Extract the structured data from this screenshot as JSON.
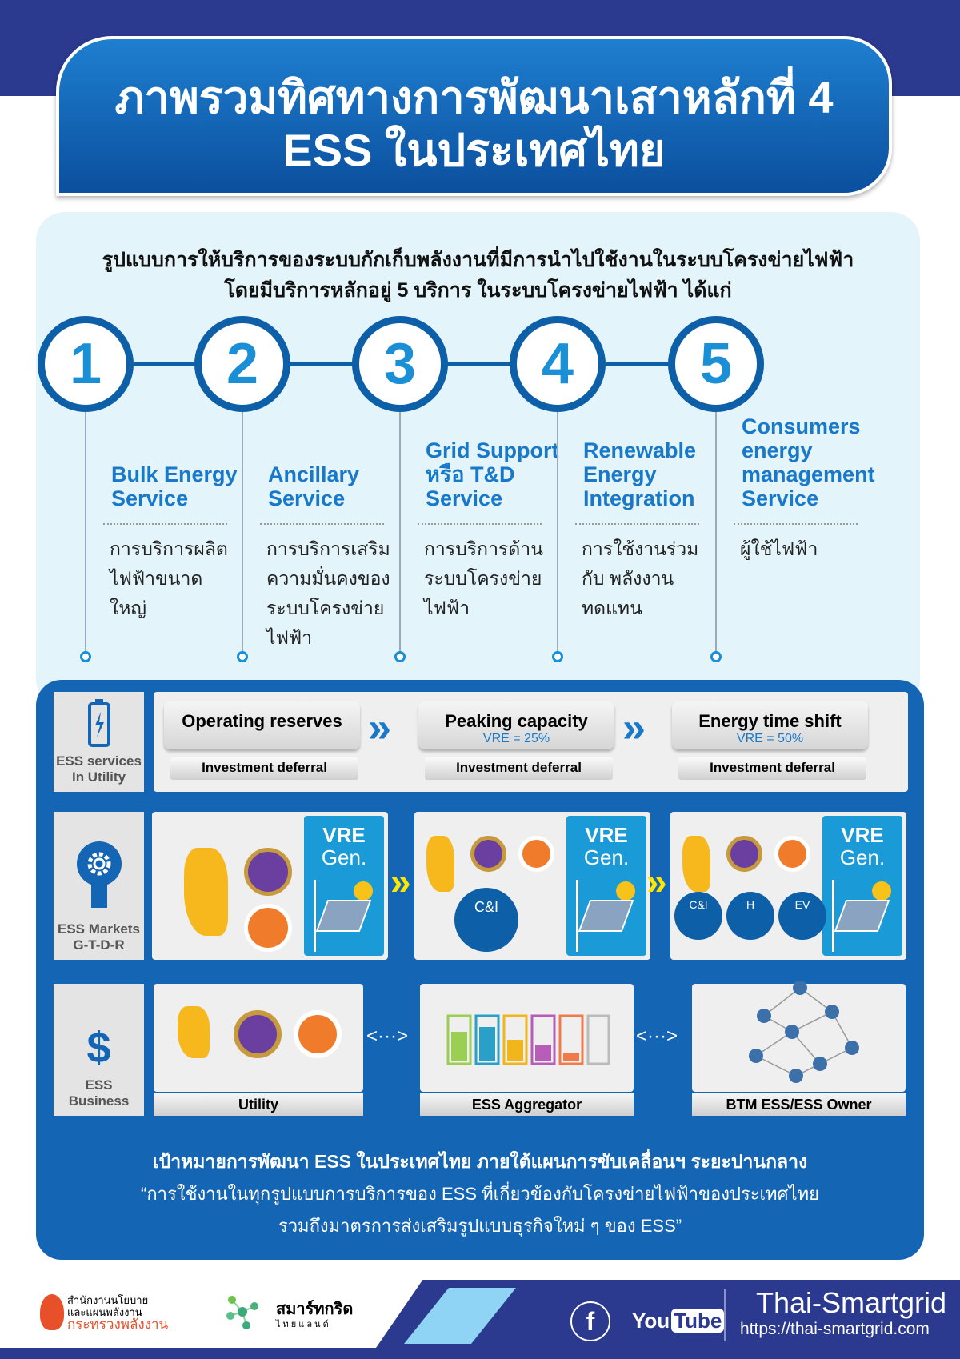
{
  "title": {
    "line1": "ภาพรวมทิศทางการพัฒนาเสาหลักที่ 4",
    "line2": "ESS ในประเทศไทย"
  },
  "intro": {
    "line1": "รูปแบบการให้บริการของระบบกักเก็บพลังงานที่มีการนำไปใช้งานในระบบโครงข่ายไฟฟ้า",
    "line2": "โดยมีบริการหลักอยู่ 5 บริการ ในระบบโครงข่ายไฟฟ้า ได้แก่"
  },
  "services": [
    {
      "num": "1",
      "title": "Bulk Energy Service",
      "desc": "การบริการผลิต ไฟฟ้าขนาดใหญ่"
    },
    {
      "num": "2",
      "title": "Ancillary Service",
      "desc": "การบริการเสริม ความมั่นคงของ ระบบโครงข่าย ไฟฟ้า"
    },
    {
      "num": "3",
      "title": "Grid Support หรือ T&D Service",
      "desc": "การบริการด้าน ระบบโครงข่าย ไฟฟ้า"
    },
    {
      "num": "4",
      "title": "Renewable Energy Integration",
      "desc": "การใช้งานร่วมกับ พลังงานทดแทน"
    },
    {
      "num": "5",
      "title": "Consumers energy management Service",
      "desc": "ผู้ใช้ไฟฟ้า"
    }
  ],
  "utility": {
    "label1": "ESS services",
    "label2": "In Utility",
    "stages": [
      {
        "name": "Operating reserves",
        "vre": "",
        "deferral": "Investment deferral"
      },
      {
        "name": "Peaking capacity",
        "vre": "VRE = 25%",
        "deferral": "Investment deferral"
      },
      {
        "name": "Energy time shift",
        "vre": "VRE = 50%",
        "deferral": "Investment deferral"
      }
    ]
  },
  "markets": {
    "label1": "ESS Markets",
    "label2": "G-T-D-R",
    "vre1": "VRE",
    "vre2": "Gen.",
    "ci": "C&I",
    "home": "H",
    "ev": "EV"
  },
  "business": {
    "label1": "ESS",
    "label2": "Business",
    "utility": "Utility",
    "aggregator": "ESS Aggregator",
    "owner": "BTM ESS/ESS Owner",
    "arrow": "<···>"
  },
  "goal": {
    "title": "เป้าหมายการพัฒนา ESS ในประเทศไทย ภายใต้แผนการขับเคลื่อนฯ ระยะปานกลาง",
    "quote1": "“การใช้งานในทุกรูปแบบการบริการของ ESS ที่เกี่ยวข้องกับโครงข่ายไฟฟ้าของประเทศไทย",
    "quote2": "รวมถึงมาตรการส่งเสริมรูปแบบธุรกิจใหม่ ๆ ของ ESS”"
  },
  "footer": {
    "eppo1": "สำนักงานนโยบาย",
    "eppo2": "และแผนพลังงาน",
    "eppo3": "กระทรวงพลังงาน",
    "sg1": "สมาร์ทกริด",
    "sg2": "ไทยแลนด์",
    "youtube_you": "You",
    "youtube_tube": "Tube",
    "brand": "Thai-Smartgrid",
    "url": "https://thai-smartgrid.com"
  }
}
